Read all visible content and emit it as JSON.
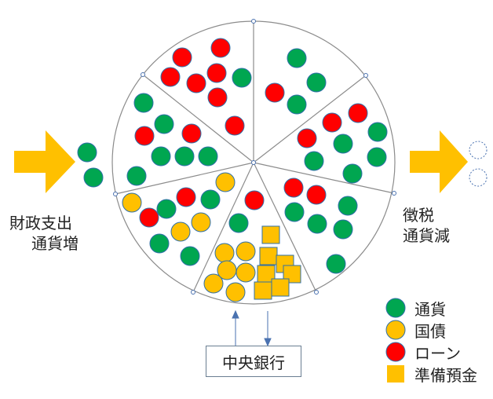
{
  "colors": {
    "money": "#00a650",
    "bond": "#ffc000",
    "loan": "#ff0000",
    "reserve": "#ffc000",
    "arrow": "#ffc000",
    "outline": "#7f7f7f",
    "connector": "#4a72b0"
  },
  "left_label": {
    "line1": "財政支出",
    "line2": "通貨増"
  },
  "right_label": {
    "line1": "徴税",
    "line2": "通貨減"
  },
  "central_bank": {
    "label": "中央銀行"
  },
  "legend": [
    {
      "shape": "circle",
      "color": "#00a650",
      "label": "通貨"
    },
    {
      "shape": "circle",
      "color": "#ffc000",
      "label": "国債"
    },
    {
      "shape": "circle",
      "color": "#ff0000",
      "label": "ローン"
    },
    {
      "shape": "square",
      "color": "#ffc000",
      "label": "準備預金"
    }
  ]
}
